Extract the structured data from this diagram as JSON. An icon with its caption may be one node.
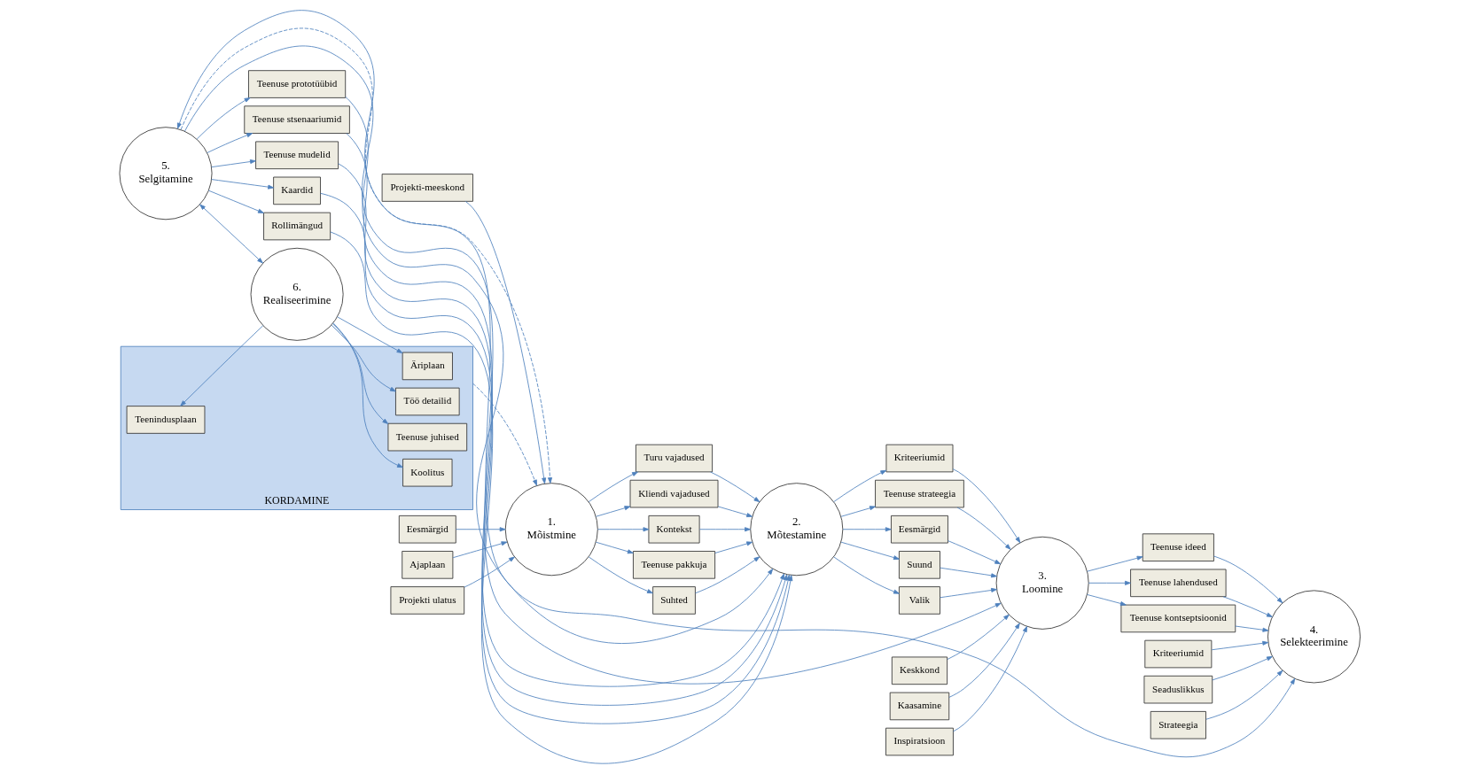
{
  "diagram": {
    "nodes": [
      {
        "text": [
          "Projekti-meeskond"
        ]
      },
      {
        "text": [
          "Eesmärgid"
        ]
      },
      {
        "text": [
          "Ajaplaan"
        ]
      },
      {
        "text": [
          "Projekti ulatus"
        ]
      },
      {
        "text": [
          "1.",
          "Mõistmine"
        ]
      },
      {
        "text": [
          "Turu vajadused"
        ]
      },
      {
        "text": [
          "Kliendi vajadused"
        ]
      },
      {
        "text": [
          "Kontekst"
        ]
      },
      {
        "text": [
          "Teenuse pakkuja"
        ]
      },
      {
        "text": [
          "Suhted"
        ]
      },
      {
        "text": [
          "2.",
          "Mõtestamine"
        ]
      },
      {
        "text": [
          "Kriteeriumid"
        ]
      },
      {
        "text": [
          "Teenuse strateegia"
        ]
      },
      {
        "text": [
          "Eesmärgid"
        ]
      },
      {
        "text": [
          "Suund"
        ]
      },
      {
        "text": [
          "Valik"
        ]
      },
      {
        "text": [
          "3.",
          "Loomine"
        ]
      },
      {
        "text": [
          "Keskkond"
        ]
      },
      {
        "text": [
          "Kaasamine"
        ]
      },
      {
        "text": [
          "Inspiratsioon"
        ]
      },
      {
        "text": [
          "Teenuse ideed"
        ]
      },
      {
        "text": [
          "Teenuse lahendused"
        ]
      },
      {
        "text": [
          "Teenuse kontseptsioonid"
        ]
      },
      {
        "text": [
          "Kriteeriumid"
        ]
      },
      {
        "text": [
          "Seaduslikkus"
        ]
      },
      {
        "text": [
          "Strateegia"
        ]
      },
      {
        "text": [
          "4.",
          "Selekteerimine"
        ]
      },
      {
        "text": [
          "Teenuse prototüübid"
        ]
      },
      {
        "text": [
          "Teenuse stsenaariumid"
        ]
      },
      {
        "text": [
          "Teenuse mudelid"
        ]
      },
      {
        "text": [
          "Kaardid"
        ]
      },
      {
        "text": [
          "Rollimängud"
        ]
      },
      {
        "text": [
          "5.",
          "Selgitamine"
        ]
      },
      {
        "text": [
          "6.",
          "Realiseerimine"
        ]
      },
      {
        "text": [
          "KORDAMINE"
        ]
      },
      {
        "text": [
          "Äriplaan"
        ],
        "in": 34
      },
      {
        "text": [
          "Töö detailid"
        ],
        "in": 34
      },
      {
        "text": [
          "Teenuse juhised"
        ],
        "in": 34
      },
      {
        "text": [
          "Koolitus"
        ],
        "in": 34
      },
      {
        "text": [
          "Teenindusplaan"
        ],
        "in": 34
      }
    ],
    "edges": [
      {
        "from": 0,
        "to": 4,
        "arrow": "to"
      },
      {
        "from": 1,
        "to": 4,
        "arrow": "to"
      },
      {
        "from": 2,
        "to": 4,
        "arrow": "to"
      },
      {
        "from": 3,
        "to": 4,
        "arrow": "to"
      },
      {
        "from": 4,
        "to": 5,
        "arrow": "to"
      },
      {
        "from": 4,
        "to": 6,
        "arrow": "to"
      },
      {
        "from": 4,
        "to": 7,
        "arrow": "to"
      },
      {
        "from": 4,
        "to": 8,
        "arrow": "to"
      },
      {
        "from": 4,
        "to": 9,
        "arrow": "to"
      },
      {
        "from": 5,
        "to": 10,
        "arrow": "to"
      },
      {
        "from": 6,
        "to": 10,
        "arrow": "to"
      },
      {
        "from": 7,
        "to": 10,
        "arrow": "to"
      },
      {
        "from": 8,
        "to": 10,
        "arrow": "to"
      },
      {
        "from": 9,
        "to": 10,
        "arrow": "to"
      },
      {
        "from": 10,
        "to": 11,
        "arrow": "to"
      },
      {
        "from": 10,
        "to": 12,
        "arrow": "to"
      },
      {
        "from": 10,
        "to": 13,
        "arrow": "to"
      },
      {
        "from": 10,
        "to": 14,
        "arrow": "to"
      },
      {
        "from": 10,
        "to": 15,
        "arrow": "to"
      },
      {
        "from": 11,
        "to": 16,
        "arrow": "to"
      },
      {
        "from": 12,
        "to": 16,
        "arrow": "to"
      },
      {
        "from": 13,
        "to": 16,
        "arrow": "to"
      },
      {
        "from": 14,
        "to": 16,
        "arrow": "to"
      },
      {
        "from": 15,
        "to": 16,
        "arrow": "to"
      },
      {
        "from": 17,
        "to": 16,
        "arrow": "to"
      },
      {
        "from": 18,
        "to": 16,
        "arrow": "to"
      },
      {
        "from": 19,
        "to": 16,
        "arrow": "to"
      },
      {
        "from": 32,
        "to": 16,
        "arrow": "to"
      },
      {
        "from": 16,
        "to": 20,
        "arrow": "to"
      },
      {
        "from": 16,
        "to": 21,
        "arrow": "to"
      },
      {
        "from": 16,
        "to": 22,
        "arrow": "to"
      },
      {
        "from": 20,
        "to": 26,
        "arrow": "to"
      },
      {
        "from": 21,
        "to": 26,
        "arrow": "to"
      },
      {
        "from": 22,
        "to": 26,
        "arrow": "to"
      },
      {
        "from": 23,
        "to": 26,
        "arrow": "to"
      },
      {
        "from": 24,
        "to": 26,
        "arrow": "to"
      },
      {
        "from": 25,
        "to": 26,
        "arrow": "to"
      },
      {
        "from": 26,
        "to": 32,
        "arrow": "both"
      },
      {
        "from": 32,
        "to": 27,
        "arrow": "to"
      },
      {
        "from": 32,
        "to": 28,
        "arrow": "to"
      },
      {
        "from": 32,
        "to": 29,
        "arrow": "to"
      },
      {
        "from": 32,
        "to": 30,
        "arrow": "to"
      },
      {
        "from": 32,
        "to": 31,
        "arrow": "to"
      },
      {
        "from": 27,
        "to": 10,
        "arrow": "to"
      },
      {
        "from": 28,
        "to": 10,
        "arrow": "to"
      },
      {
        "from": 29,
        "to": 10,
        "arrow": "to"
      },
      {
        "from": 30,
        "to": 10,
        "arrow": "to"
      },
      {
        "from": 31,
        "to": 10,
        "arrow": "to"
      },
      {
        "from": 32,
        "to": 33,
        "arrow": "both"
      },
      {
        "from": 33,
        "to": 35,
        "arrow": "to"
      },
      {
        "from": 33,
        "to": 36,
        "arrow": "to"
      },
      {
        "from": 33,
        "to": 37,
        "arrow": "to"
      },
      {
        "from": 33,
        "to": 38,
        "arrow": "to"
      },
      {
        "from": 33,
        "to": 39,
        "arrow": "to"
      },
      {
        "from": 32,
        "to": 4,
        "arrow": "to",
        "style": "dashed"
      },
      {
        "from": 34,
        "to": 4,
        "arrow": "to",
        "style": "dashed"
      }
    ]
  }
}
